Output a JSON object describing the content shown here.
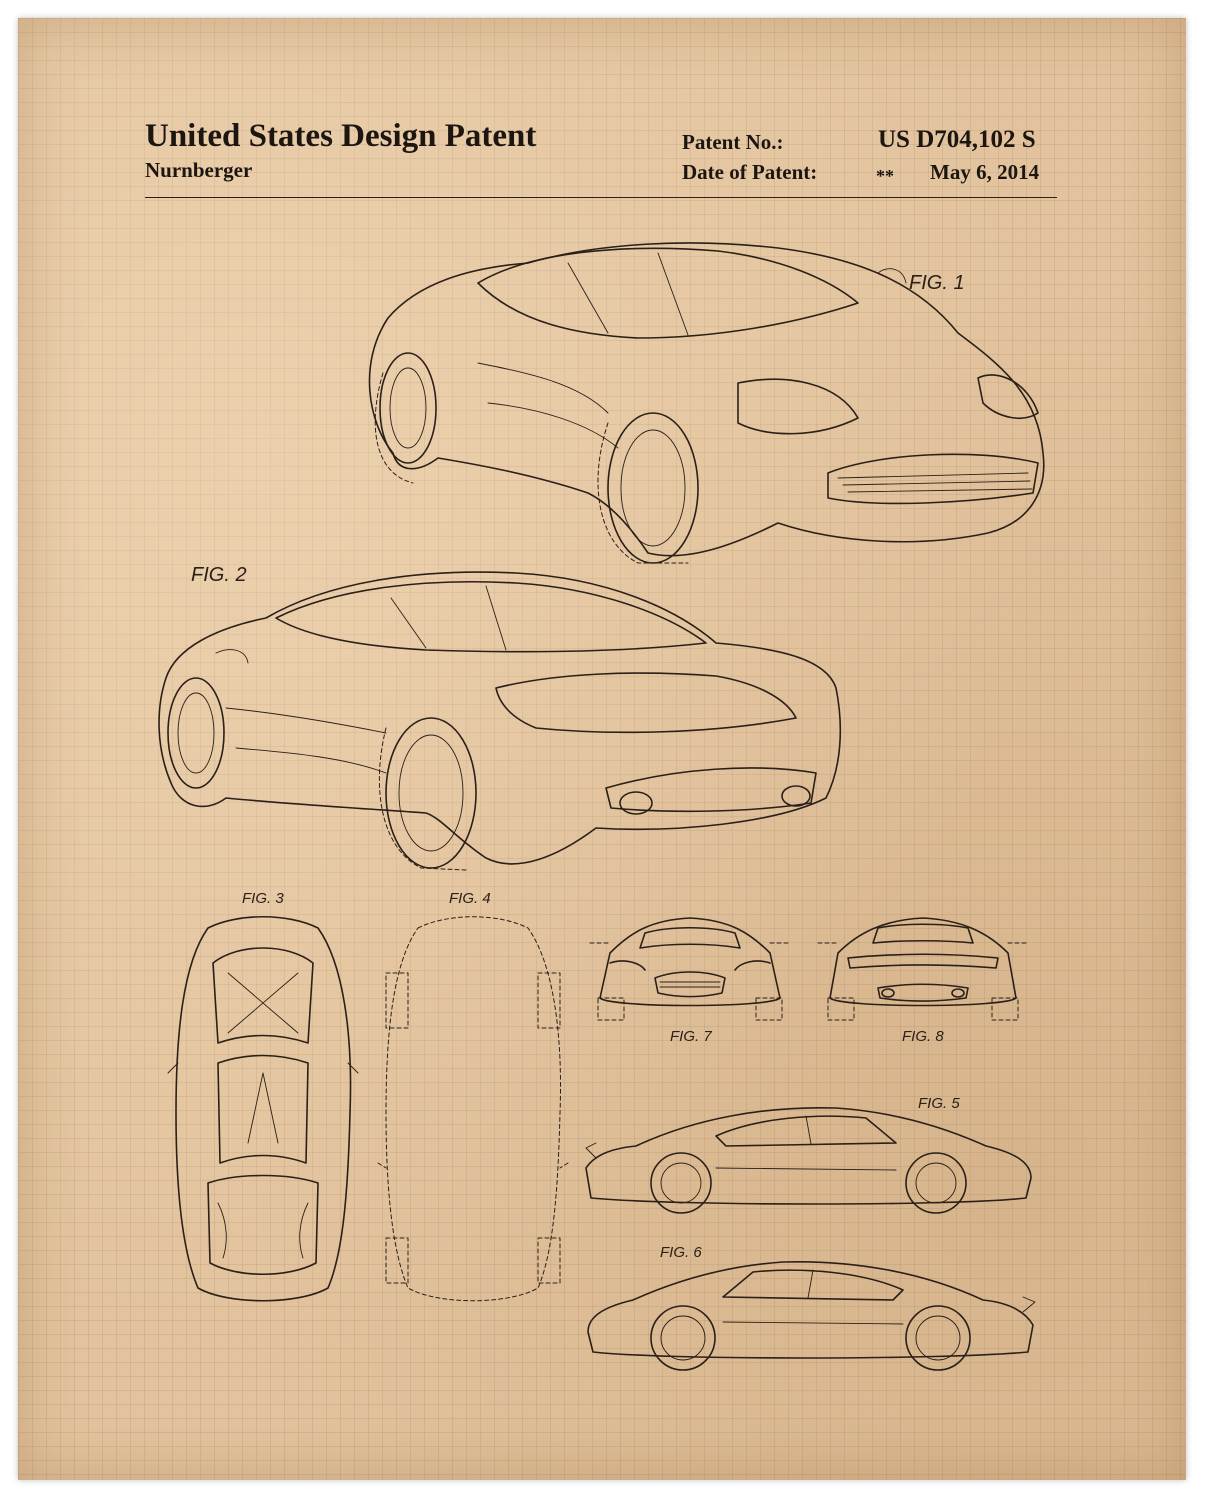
{
  "header": {
    "title": "United States Design Patent",
    "inventor": "Nurnberger",
    "patent_no_label": "Patent No.:",
    "patent_no_value": "US D704,102 S",
    "date_label": "Date of Patent:",
    "date_stars": "**",
    "date_value": "May 6, 2014"
  },
  "figures": {
    "fig1": "FIG. 1",
    "fig2": "FIG. 2",
    "fig3": "FIG. 3",
    "fig4": "FIG. 4",
    "fig5": "FIG. 5",
    "fig6": "FIG. 6",
    "fig7": "FIG. 7",
    "fig8": "FIG. 8"
  },
  "colors": {
    "paper": "#e2c39d",
    "ink": "#2a2018"
  }
}
